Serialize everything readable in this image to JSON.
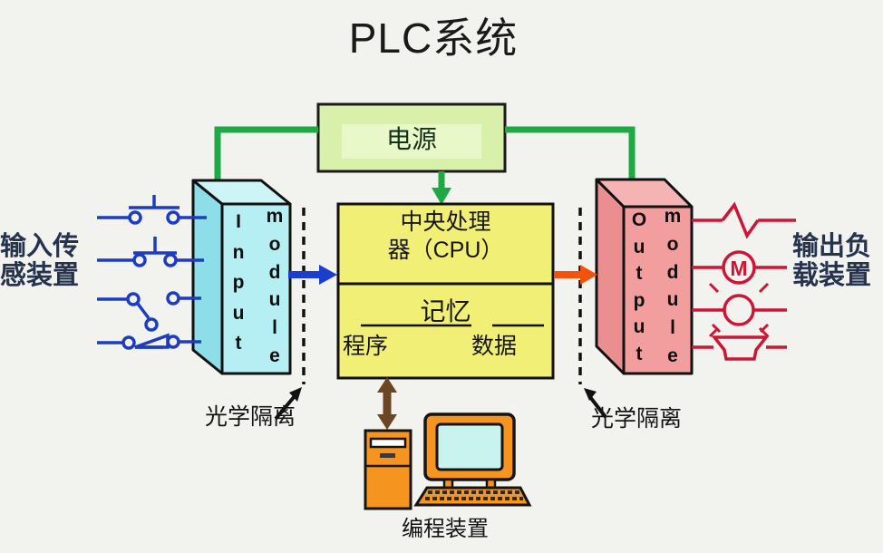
{
  "title": "PLC系统",
  "power_box": {
    "label": "电源"
  },
  "cpu_box": {
    "line1": "中央处理",
    "line2": "器（CPU）"
  },
  "memory_box": {
    "title": "记忆",
    "left_cell": "程序",
    "right_cell": "数据"
  },
  "input_module": {
    "word1": "Input",
    "word2": "module"
  },
  "output_module": {
    "word1": "Output",
    "word2": "module"
  },
  "left_device_label": {
    "line1": "输入传",
    "line2": "感装置"
  },
  "right_device_label": {
    "line1": "输出负",
    "line2": "载装置"
  },
  "isolation_left_label": "光学隔离",
  "isolation_right_label": "光学隔离",
  "programming_device_label": "编程装置",
  "motor_letter": "M",
  "icons": {
    "input_row_1": "pushbutton-no-contact-icon",
    "input_row_2": "pushbutton-nc-contact-icon",
    "input_row_3": "limit-switch-icon",
    "input_row_4": "knife-switch-icon",
    "output_row_1": "heater-zigzag-icon",
    "output_row_2": "motor-icon",
    "output_row_3": "lamp-icon",
    "output_row_4": "horn-icon"
  },
  "colors": {
    "background": "#f2f2ef",
    "power_fill": "#d9f0ab",
    "power_fill_inner": "#e9f8c9",
    "green_arrow": "#1fa944",
    "input_module_front": "#b5eef3",
    "input_module_side": "#8edee9",
    "input_module_top": "#cdf4f6",
    "output_module_front": "#f39e9e",
    "output_module_side": "#ea8e90",
    "output_module_top": "#f6b3b3",
    "cpu_fill": "#f1ef76",
    "blue_arrow": "#1c3ed0",
    "orange_arrow": "#f4510b",
    "brown_arrow": "#6e4522",
    "input_symbol_blue": "#1d3cc0",
    "output_symbol_red": "#cd1635",
    "computer_orange": "#f5941e",
    "screen_cyan": "#c9f3ef"
  }
}
